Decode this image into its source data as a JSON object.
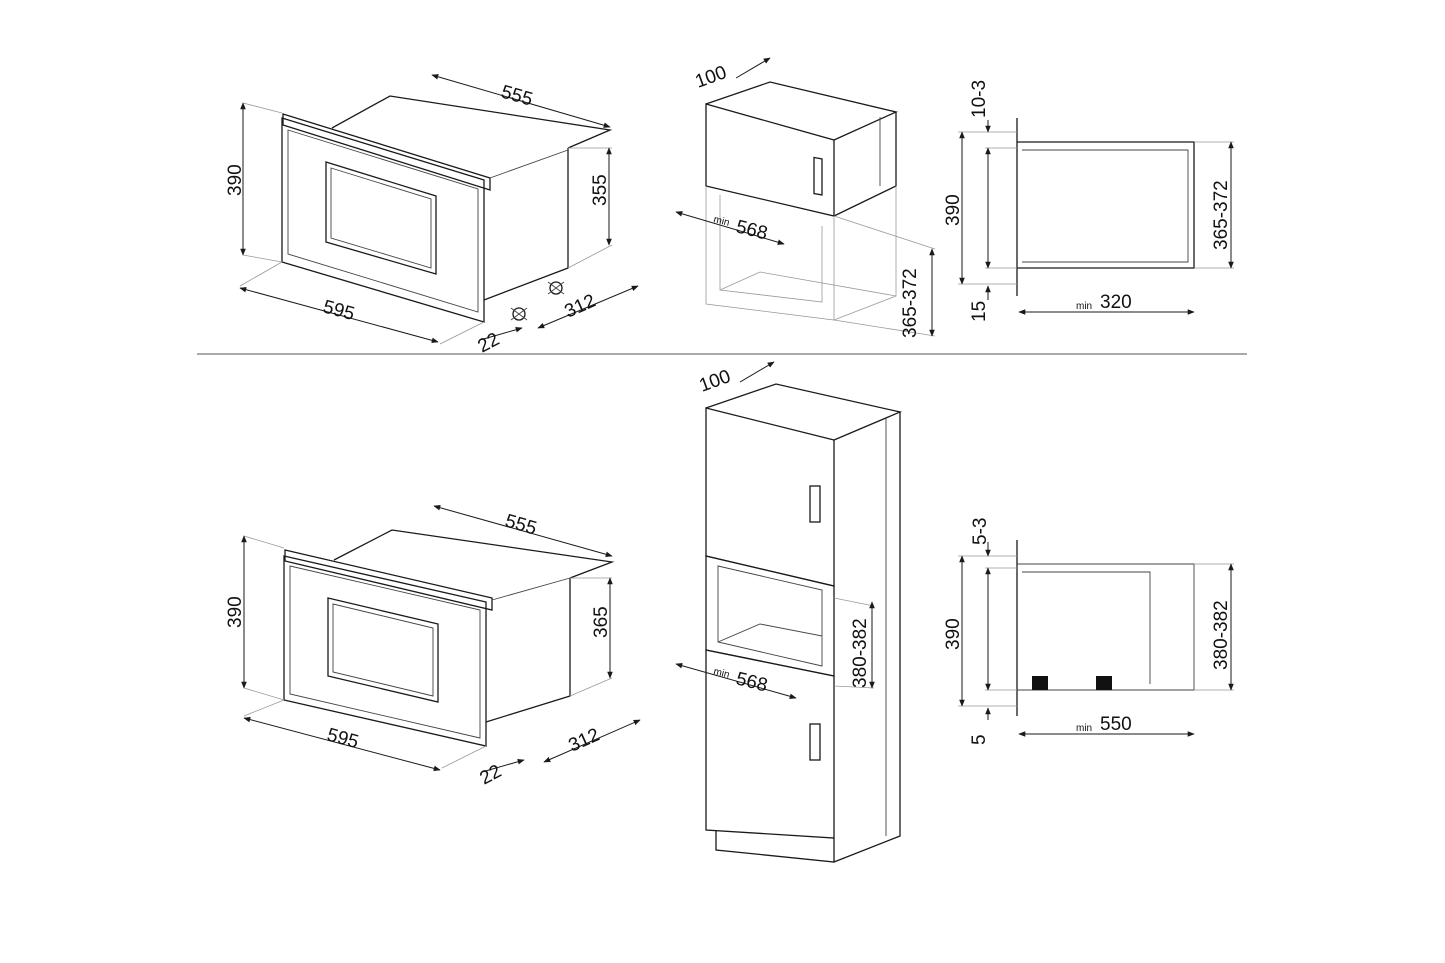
{
  "top_row": {
    "oven": {
      "width_label": "595",
      "depth_label": "555",
      "height_label": "390",
      "body_height_label": "355",
      "side_depth_label": "312",
      "front_label": "22"
    },
    "column_view": {
      "top_label": "100",
      "niche_depth_label": "568",
      "min_label": "min",
      "niche_height_label": "365-372"
    },
    "side_view": {
      "top_gap_label": "10-3",
      "height_label": "390",
      "niche_height_label": "365-372",
      "bottom_gap_label": "15",
      "min_label": "min",
      "depth_label": "320"
    }
  },
  "bottom_row": {
    "oven": {
      "width_label": "595",
      "depth_label": "555",
      "height_label": "390",
      "body_height_label": "365",
      "side_depth_label": "312",
      "front_label": "22"
    },
    "column_view": {
      "top_label": "100",
      "niche_height_label": "380-382",
      "min_label": "min",
      "niche_depth_label": "568"
    },
    "side_view": {
      "top_gap_label": "5-3",
      "height_label": "390",
      "niche_height_label": "380-382",
      "bottom_gap_label": "5",
      "min_label": "min",
      "depth_label": "550"
    }
  }
}
